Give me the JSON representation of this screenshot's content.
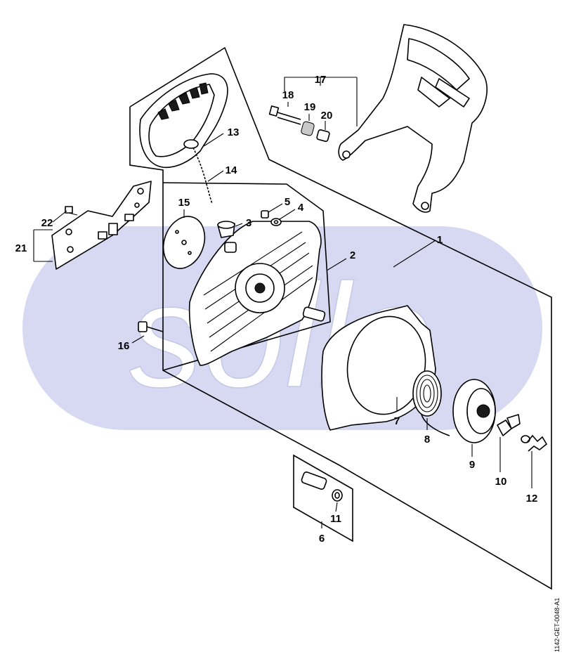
{
  "watermark": {
    "text": "sollo",
    "band_color": "#d7d9f2",
    "text_color": "#ffffff"
  },
  "document_code": "1142-GET-0048-A1",
  "callouts": {
    "c1": "1",
    "c2": "2",
    "c3": "3",
    "c4": "4",
    "c5": "5",
    "c6": "6",
    "c7": "7",
    "c8": "8",
    "c9": "9",
    "c10": "10",
    "c11": "11",
    "c12": "12",
    "c13": "13",
    "c14": "14",
    "c15": "15",
    "c16": "16",
    "c17": "17",
    "c18": "18",
    "c19": "19",
    "c20": "20",
    "c21": "21",
    "c22": "22"
  },
  "colors": {
    "line": "#000000",
    "background": "#ffffff"
  }
}
